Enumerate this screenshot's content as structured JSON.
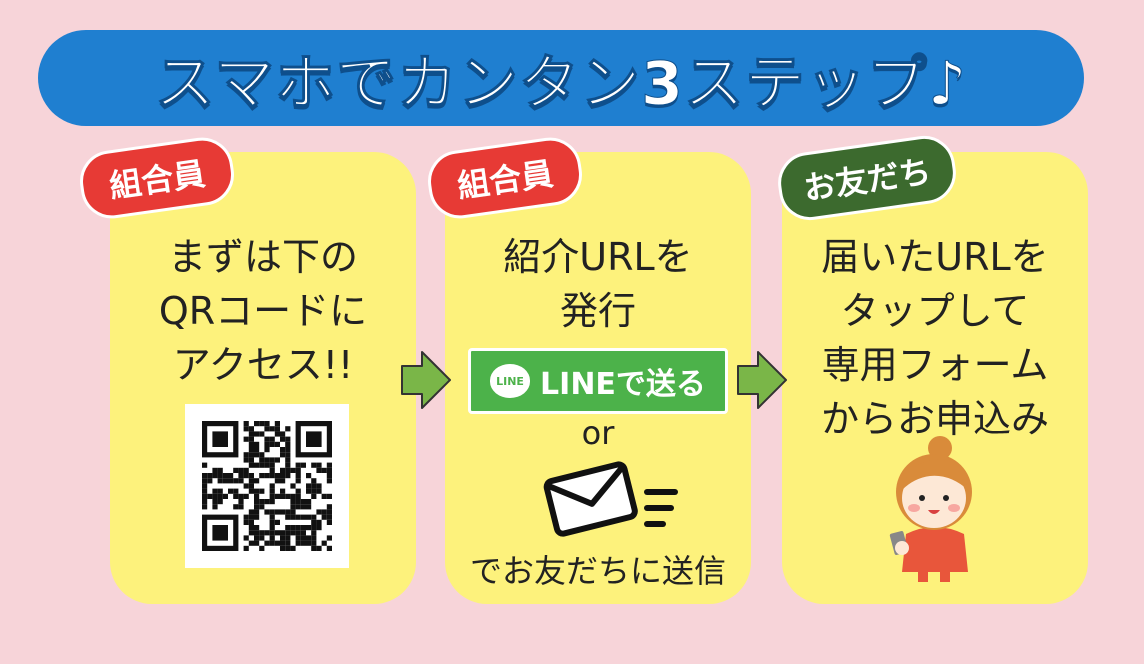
{
  "banner": {
    "title": "スマホでカンタン3ステップ♪"
  },
  "steps": [
    {
      "badge": "組合員",
      "badge_color": "#e73a35",
      "lines": [
        "まずは下の",
        "QRコードに",
        "アクセス!!"
      ]
    },
    {
      "badge": "組合員",
      "badge_color": "#e73a35",
      "lines": [
        "紹介URLを",
        "発行"
      ],
      "line_button": {
        "logo": "LINE",
        "label": "LINEで送る"
      },
      "or": "or",
      "send": "でお友だちに送信"
    },
    {
      "badge": "お友だち",
      "badge_color": "#3c6a2e",
      "lines": [
        "届いたURLを",
        "タップして",
        "専用フォーム",
        "からお申込み"
      ]
    }
  ],
  "colors": {
    "background": "#f7d4d9",
    "banner": "#1f7fd0",
    "card": "#fdf27c",
    "arrow": "#7ab648",
    "line_green": "#4cb24a"
  }
}
